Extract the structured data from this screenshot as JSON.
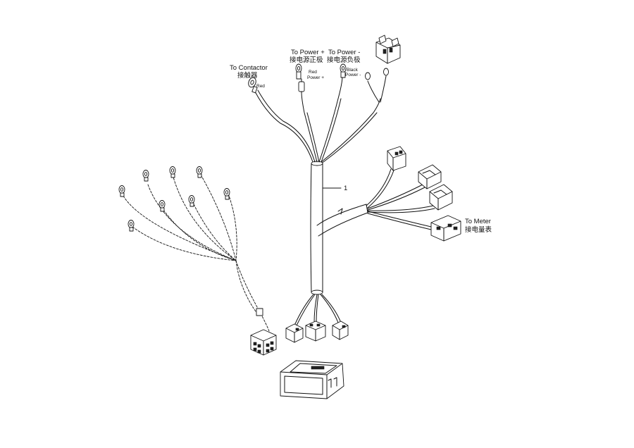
{
  "callouts": {
    "item_1": "1"
  },
  "labels": {
    "contactor_en": "To Contactor",
    "contactor_cn": "接触器",
    "contactor_wire": "Red",
    "power_pos_en": "To Power +",
    "power_pos_cn": "接电源正极",
    "power_pos_wire_1": "Red",
    "power_pos_wire_2": "Power +",
    "power_neg_en": "To Power -",
    "power_neg_cn": "接电源负极",
    "power_neg_wire_1": "Black",
    "power_neg_wire_2": "Power -",
    "meter_en": "To Meter",
    "meter_cn": "接电量表"
  }
}
